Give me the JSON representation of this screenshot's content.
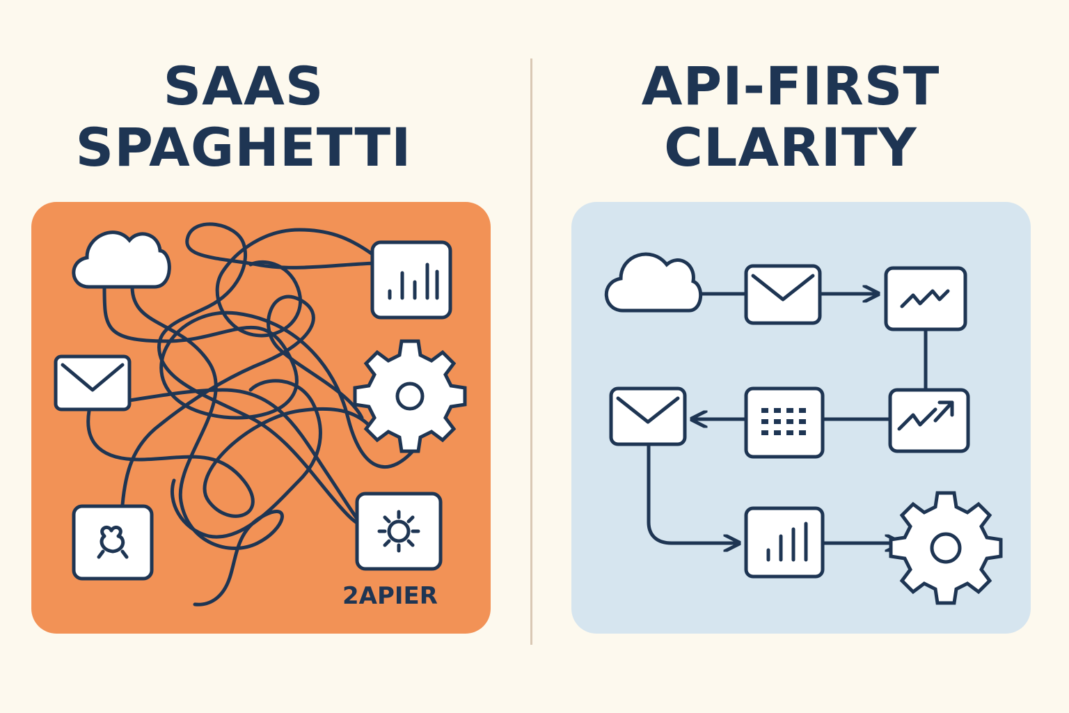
{
  "left": {
    "title_line1": "SAAS",
    "title_line2": "SPAGHETTI",
    "brand_label": "2APIER",
    "panel_color": "#f29256",
    "icons": [
      "cloud-icon",
      "bar-chart-icon",
      "envelope-icon",
      "gear-icon",
      "bug-icon",
      "gear-icon"
    ]
  },
  "right": {
    "title_line1": "API-FIRST",
    "title_line2": "CLARITY",
    "panel_color": "#d6e5ef",
    "icons": [
      "cloud-icon",
      "envelope-icon",
      "trend-chart-icon",
      "trend-chart-icon",
      "grid-icon",
      "envelope-icon",
      "bar-chart-icon",
      "gear-icon"
    ]
  },
  "colors": {
    "ink": "#1e3553",
    "background": "#fdf9ee",
    "divider": "#d9c8b4"
  }
}
